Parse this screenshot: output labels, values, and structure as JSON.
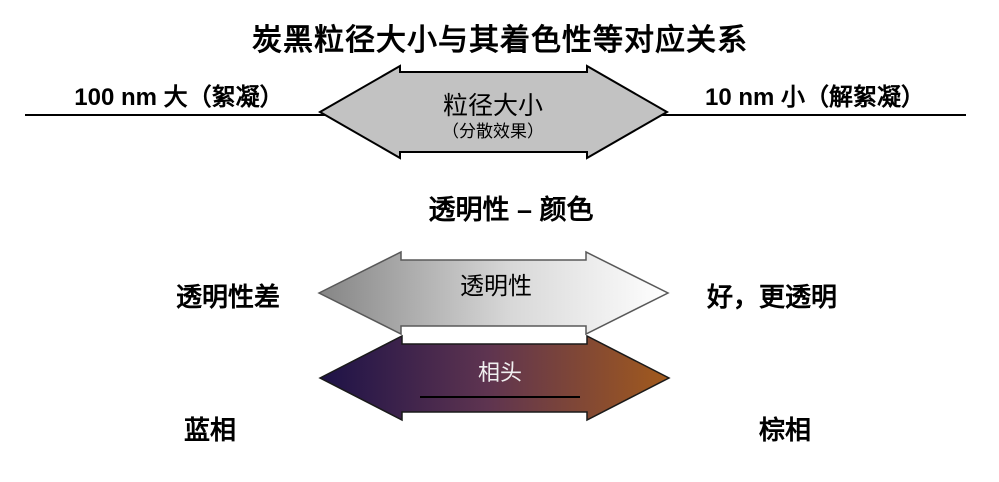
{
  "title": "炭黑粒径大小与其着色性等对应关系",
  "particle_size_row": {
    "left_label": "100 nm 大（絮凝）",
    "right_label": "10 nm 小（解絮凝）",
    "arrow_label": "粒径大小",
    "arrow_sublabel": "（分散效果）"
  },
  "transparency_section": {
    "heading": "透明性 – 颜色",
    "transparency_row": {
      "left_label": "透明性差",
      "right_label": "好，更透明",
      "arrow_label": "透明性"
    },
    "hue_row": {
      "left_label": "蓝相",
      "right_label": "棕相",
      "arrow_label": "相头"
    }
  },
  "colors": {
    "size_arrow_fill": "#c2c2c2",
    "size_arrow_stroke": "#000000",
    "transparency_gradient": [
      "#858585",
      "#d8d8d8",
      "#ffffff"
    ],
    "hue_gradient": [
      "#1d1247",
      "#5e3450",
      "#a25a1c"
    ],
    "rule_line": "#000000"
  }
}
